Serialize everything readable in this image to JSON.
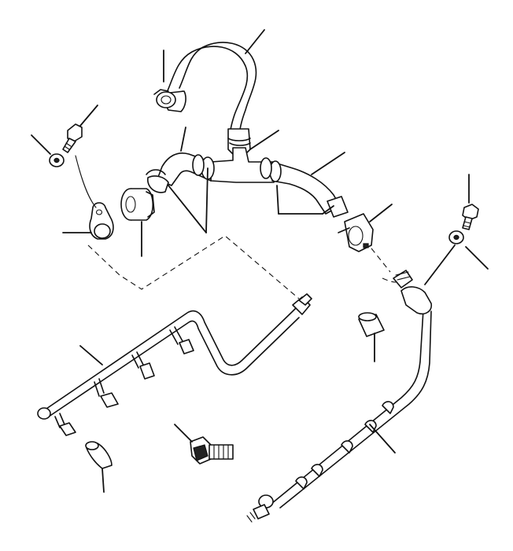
{
  "diagram": {
    "style": "exploded-parts-line-drawing",
    "line_color": "#111111",
    "background_color": "#ffffff",
    "parts": [
      "upper-hose",
      "hose-clip",
      "tee-connector",
      "left-hose",
      "right-hose",
      "pressure-regulator-left",
      "pressure-regulator-right",
      "bracket",
      "bolt-left",
      "washer-left",
      "bolt-right",
      "washer-right",
      "fuel-rail-left",
      "fuel-rail-right",
      "adapter-union",
      "sleeve",
      "spacer-sleeve"
    ]
  }
}
